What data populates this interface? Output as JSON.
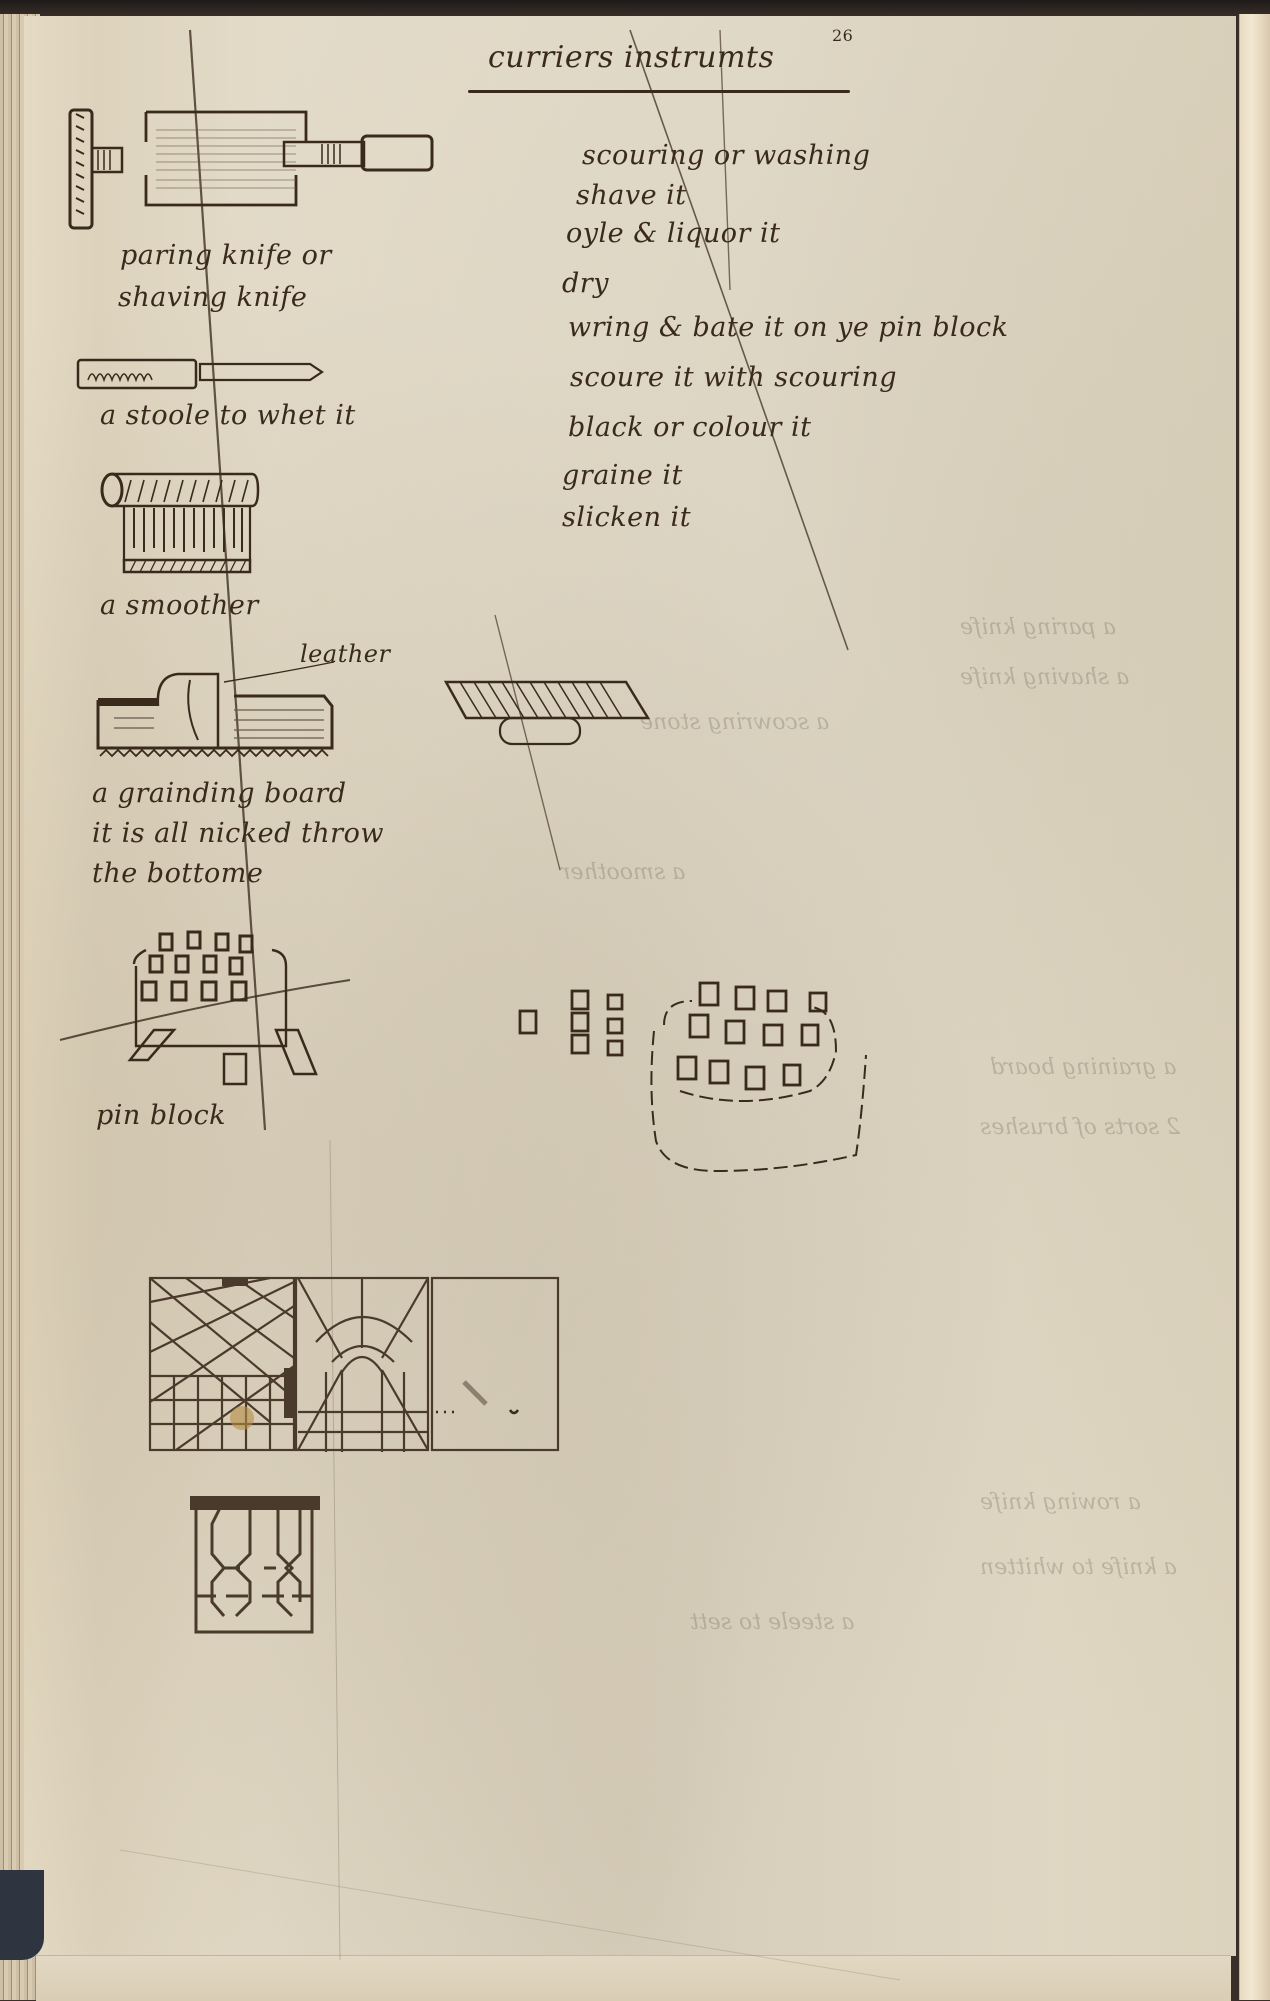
{
  "document": {
    "type": "manuscript notebook page",
    "title": "curriers instrumts",
    "folio_mark": "26"
  },
  "process_list": {
    "items": [
      "scouring or washing",
      "shave it",
      "oyle & liquor it",
      "dry",
      "wring & bate it on ye pin block",
      "scoure it with scouring",
      "black or colour it",
      "graine it",
      "slicken it"
    ]
  },
  "sketches": [
    {
      "id": "paring-knife",
      "caption_lines": [
        "paring knife or",
        "shaving knife"
      ]
    },
    {
      "id": "stone",
      "caption_lines": [
        "a stoole to whet it"
      ]
    },
    {
      "id": "smoother",
      "caption_lines": [
        "a smoother"
      ]
    },
    {
      "id": "graining-board",
      "label": "leather",
      "caption_lines": [
        "a grainding board",
        "it is all nicked throw",
        "the bottome"
      ]
    },
    {
      "id": "pin-block",
      "caption_lines": [
        "pin block"
      ]
    },
    {
      "id": "pin-block-variant",
      "caption_lines": []
    },
    {
      "id": "pattern-panels",
      "caption_lines": []
    },
    {
      "id": "lattice-panel",
      "caption_lines": []
    }
  ],
  "bleed_through": [
    "a paring knife",
    "a shaving knife",
    "a scowring stone",
    "a smoother",
    "a graining board",
    "2 sorts of brushes",
    "a rowing knife",
    "a knife to whitten",
    "a steele to sett"
  ],
  "colors": {
    "ink": "#3a2a1c",
    "paper": "#e2d9c5",
    "binding": "#2e2623"
  }
}
